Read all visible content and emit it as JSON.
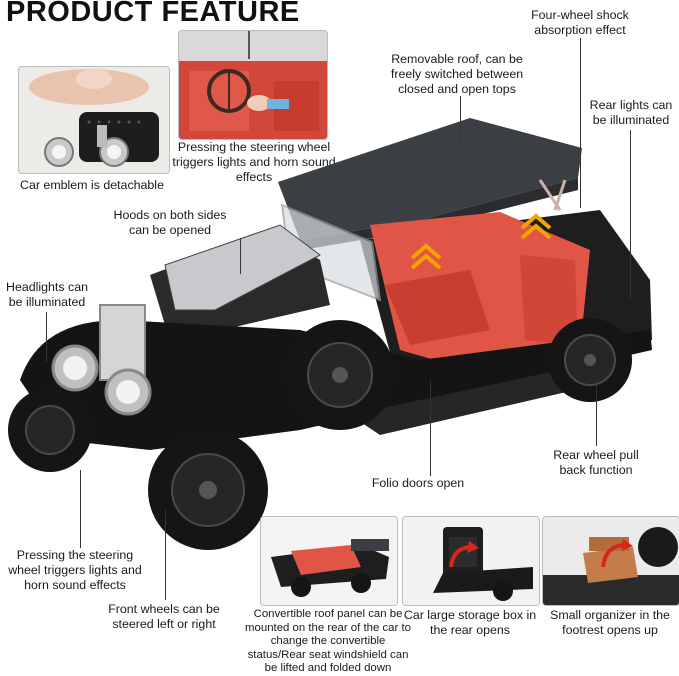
{
  "heading": "PRODUCT FEATURE",
  "callouts": {
    "shock": "Four-wheel shock absorption effect",
    "roof": "Removable roof, can be freely switched between closed and open tops",
    "steering_top": "Pressing the steering wheel triggers lights and horn sound effects",
    "emblem": "Car emblem is detachable",
    "rear_lights": "Rear lights can be illuminated",
    "hoods": "Hoods on both sides can be opened",
    "headlights": "Headlights can be illuminated",
    "rear_wheel": "Rear wheel pull back function",
    "folio": "Folio doors open",
    "steering_bottom": "Pressing the steering wheel triggers lights and horn sound effects",
    "front_wheels": "Front wheels can be steered left or right",
    "convertible": "Convertible roof panel can be mounted on the rear of the car to change the convertible status/Rear seat windshield can be lifted and folded down",
    "storage": "Car large storage box in the rear opens",
    "organizer": "Small organizer in the footrest opens up"
  },
  "colors": {
    "body": "#1c1c1c",
    "interior": "#e05546",
    "accent_arrow": "#f5a300",
    "red_arrow": "#d8261c"
  }
}
